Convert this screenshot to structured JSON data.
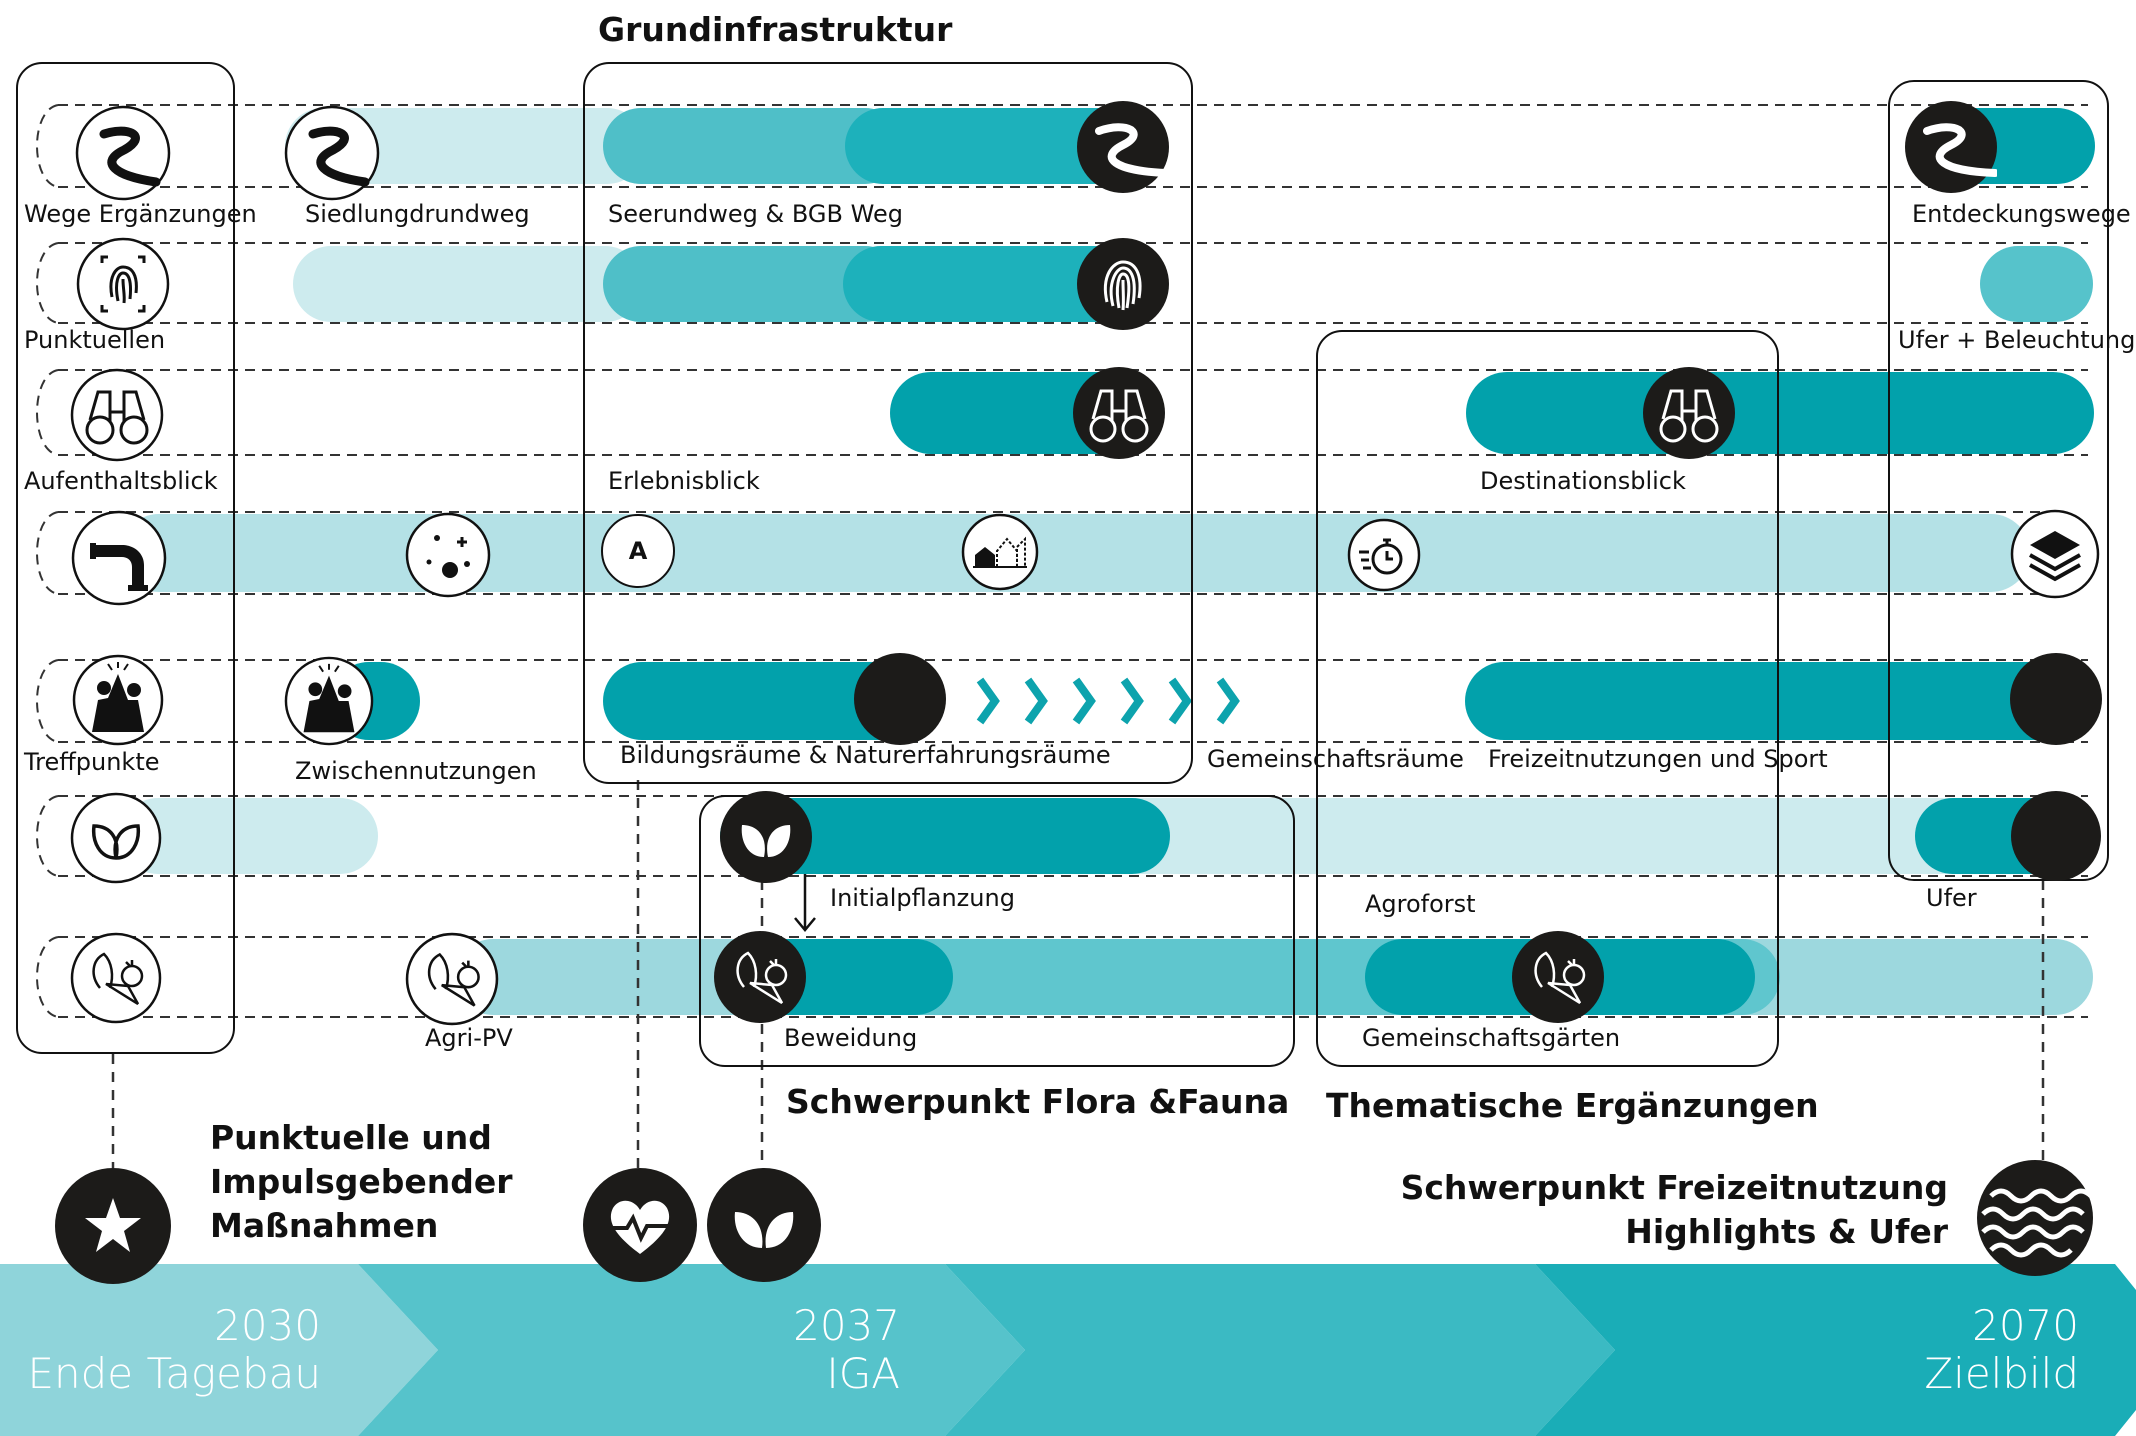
{
  "titles": {
    "grundinfrastruktur": "Grundinfrastruktur",
    "punktuelle": [
      "Punktuelle und",
      "Impulsgebender",
      "Maßnahmen"
    ],
    "flora_fauna": "Schwerpunkt Flora &Fauna",
    "thematische": "Thematische Ergänzungen",
    "freizeit": [
      "Schwerpunkt Freizeitnutzung",
      "Highlights & Ufer"
    ]
  },
  "rows": {
    "wege": {
      "start": "Wege Ergänzungen",
      "items": [
        "Siedlungdrundweg",
        "Seerundweg & BGB Weg",
        "Entdeckungswege"
      ]
    },
    "punktuell": {
      "start": "Punktuellen",
      "items": [
        "Ufer + Beleuchtung"
      ]
    },
    "blick": {
      "start": "Aufenthaltsblick",
      "items": [
        "Erlebnisblick",
        "Destinationsblick"
      ]
    },
    "infra": {
      "icon_a": "A"
    },
    "treff": {
      "start": "Treffpunkte",
      "items": [
        "Zwischennutzungen",
        "Bildungsräume & Naturerfahrungsräume",
        "Gemeinschaftsräume",
        "Freizeitnutzungen und Sport"
      ]
    },
    "pflanz": {
      "items": [
        "Initialpflanzung",
        "Agroforst",
        "Ufer"
      ]
    },
    "agri": {
      "items": [
        "Agri-PV",
        "Beweidung",
        "Gemeinschaftsgärten"
      ]
    }
  },
  "timeline": [
    {
      "year": "2030",
      "label": "Ende Tagebau"
    },
    {
      "year": "2037",
      "label": "IGA"
    },
    {
      "year": "2070",
      "label": "Zielbild"
    }
  ],
  "colors": {
    "light": "#cdebee",
    "mid": "#9dd8de",
    "teal": "#4fbfc8",
    "dark_teal": "#0da3ad",
    "deep": "#02a1ab",
    "black": "#1c1b19"
  },
  "icons": [
    "path-icon",
    "fingerprint-icon",
    "binoculars-icon",
    "pipe-icon",
    "dots-icon",
    "building-icon",
    "stopwatch-icon",
    "layers-icon",
    "people-icon",
    "leaf-icon",
    "vegetables-icon",
    "star-icon",
    "heart-icon",
    "waves-icon",
    "chevron-icon"
  ]
}
